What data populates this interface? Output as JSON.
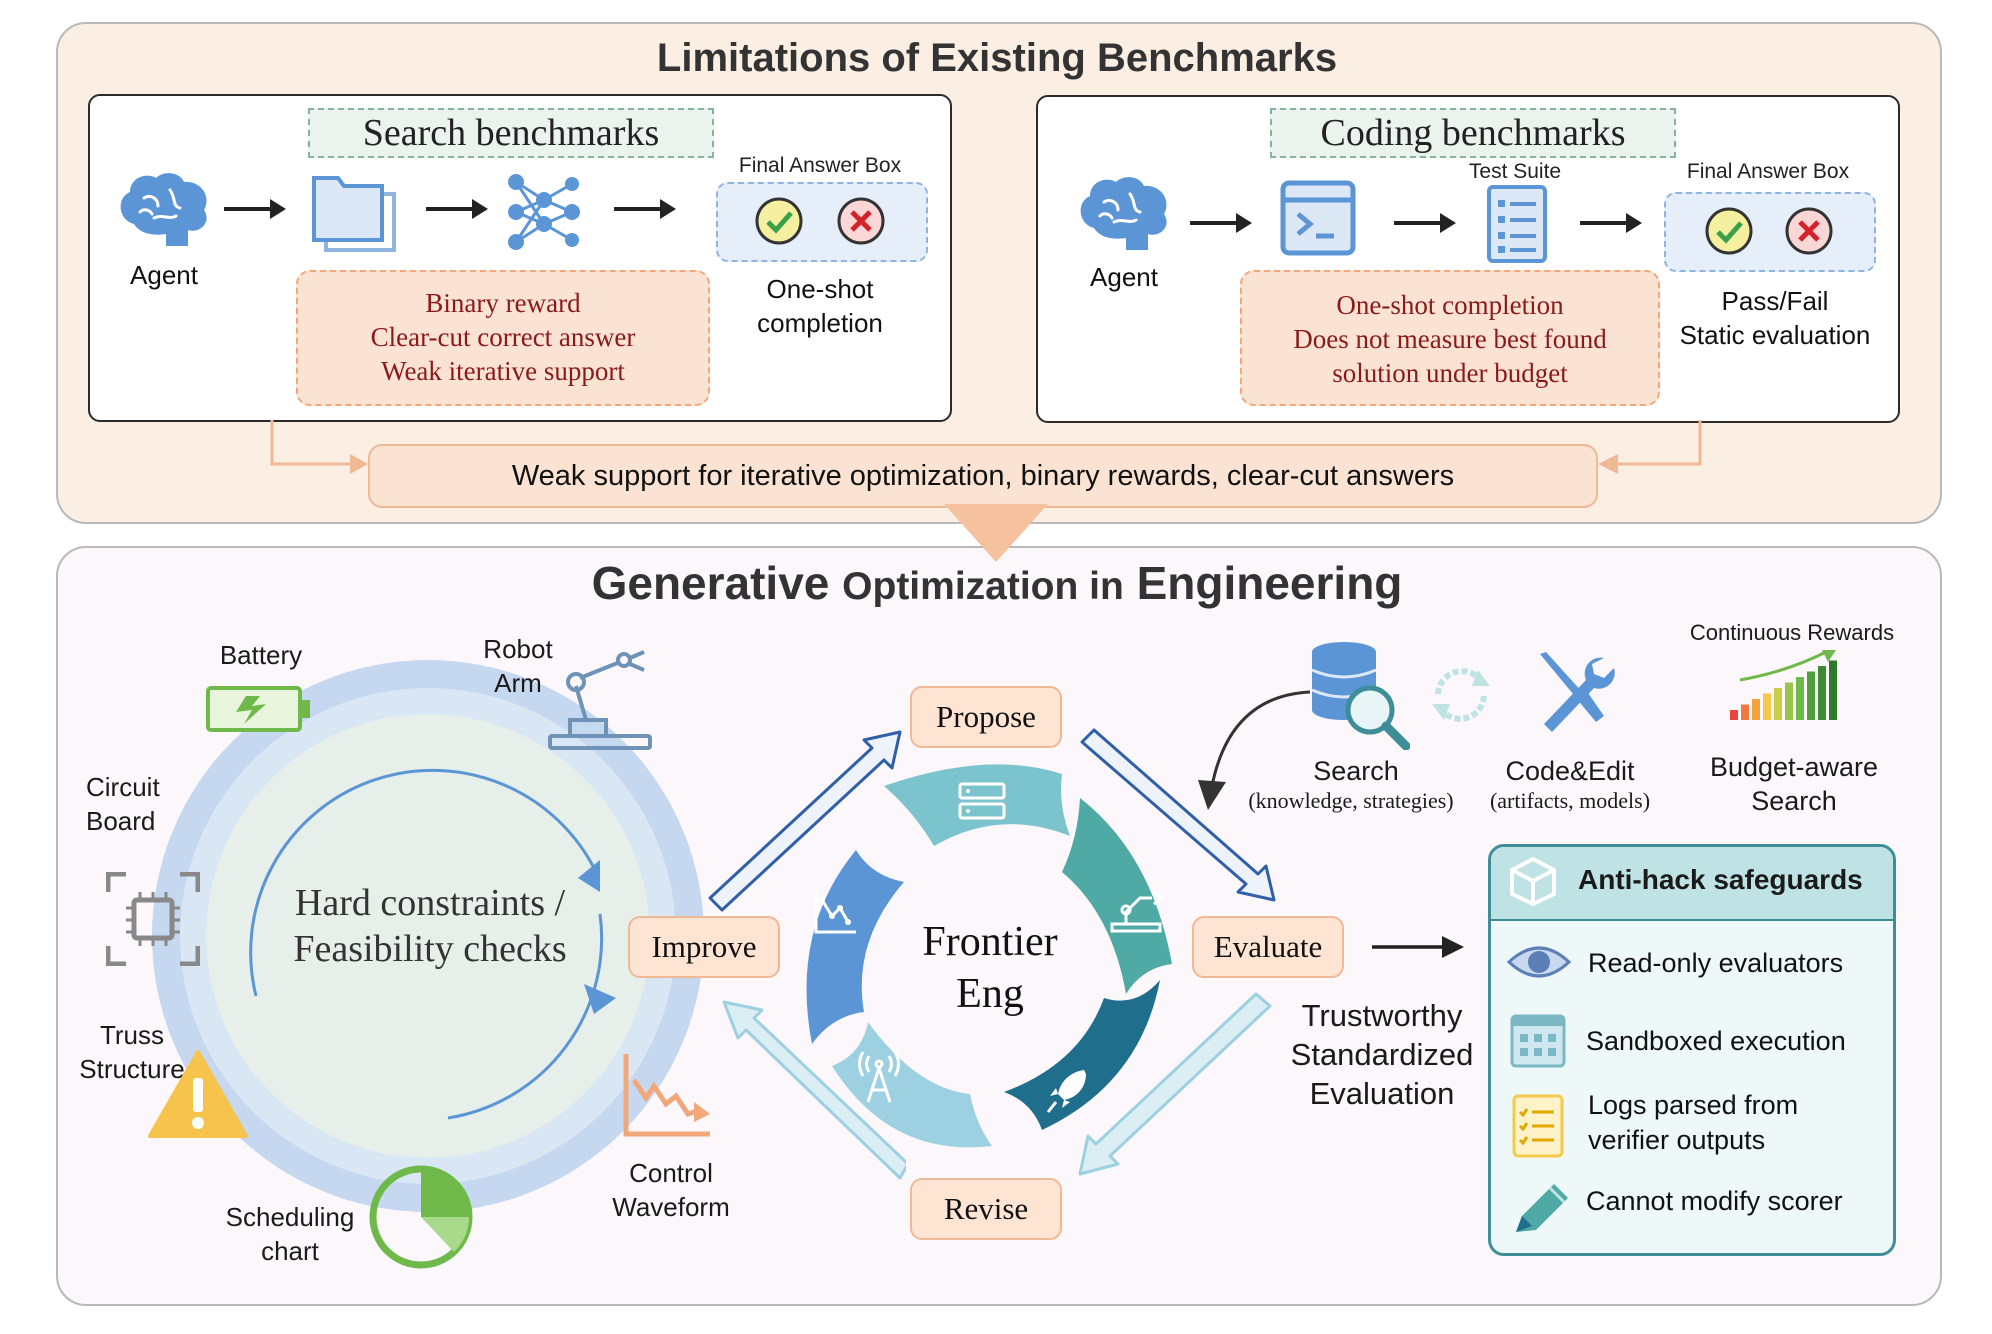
{
  "top": {
    "title": "Limitations of Existing Benchmarks",
    "search": {
      "title": "Search benchmarks",
      "agent_label": "Agent",
      "final_answer_label": "Final Answer Box",
      "outcome": "One-shot\ncompletion",
      "issues": [
        "Binary reward",
        "Clear-cut correct answer",
        "Weak iterative support"
      ]
    },
    "coding": {
      "title": "Coding benchmarks",
      "agent_label": "Agent",
      "test_suite_label": "Test Suite",
      "final_answer_label": "Final Answer Box",
      "outcome": "Pass/Fail\nStatic evaluation",
      "issues": [
        "One-shot completion",
        "Does not measure best found",
        "solution under budget"
      ]
    },
    "summary": "Weak support for iterative optimization, binary rewards, clear-cut answers"
  },
  "bottom": {
    "title_big": "Generative",
    "title_small": "Optimization in",
    "title_big2": "Engineering",
    "constraints_text": "Hard constraints /\nFeasibility checks",
    "domains": {
      "battery": "Battery",
      "robot_arm": "Robot\nArm",
      "circuit_board": "Circuit\nBoard",
      "truss": "Truss\nStructure",
      "scheduling": "Scheduling\nchart",
      "control": "Control\nWaveform"
    },
    "loop": {
      "center": "Frontier\nEng",
      "propose": "Propose",
      "evaluate": "Evaluate",
      "revise": "Revise",
      "improve": "Improve"
    },
    "tools": {
      "continuous_rewards": "Continuous Rewards",
      "search": "Search",
      "search_sub": "(knowledge, strategies)",
      "code_edit": "Code&Edit",
      "code_edit_sub": "(artifacts, models)",
      "budget": "Budget-aware\nSearch"
    },
    "trustworthy": "Trustworthy\nStandardized\nEvaluation",
    "antihack": {
      "title": "Anti-hack safeguards",
      "items": [
        "Read-only evaluators",
        "Sandboxed execution",
        "Logs parsed from\nverifier outputs",
        "Cannot modify scorer"
      ]
    }
  },
  "colors": {
    "top_bg": "#fbeee3",
    "orange_border": "#f1a77a",
    "issue_text": "#8a1a1a",
    "blue_icon": "#5b95d6",
    "teal": "#3d8e98",
    "green": "#6fb84a"
  }
}
